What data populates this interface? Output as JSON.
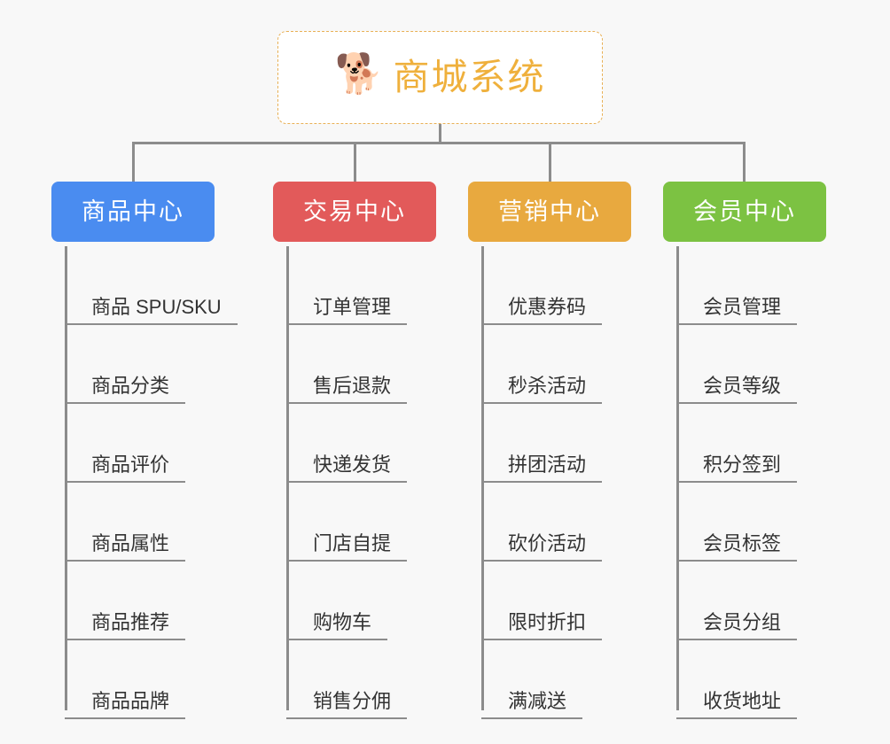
{
  "page": {
    "background_color": "#f8f8f8",
    "line_color": "#8c8c8c"
  },
  "root": {
    "icon": "shiba-dog-face-emoji",
    "emoji": "🐕",
    "title": "商城系统",
    "title_color": "#efb03c",
    "border_color": "#e8b055",
    "background_color": "#ffffff"
  },
  "categories": [
    {
      "label": "商品中心",
      "color": "#4a8cf0",
      "items": [
        "商品 SPU/SKU",
        "商品分类",
        "商品评价",
        "商品属性",
        "商品推荐",
        "商品品牌"
      ]
    },
    {
      "label": "交易中心",
      "color": "#e25a5a",
      "items": [
        "订单管理",
        "售后退款",
        "快递发货",
        "门店自提",
        "购物车",
        "销售分佣"
      ]
    },
    {
      "label": "营销中心",
      "color": "#e8a93f",
      "items": [
        "优惠券码",
        "秒杀活动",
        "拼团活动",
        "砍价活动",
        "限时折扣",
        "满减送"
      ]
    },
    {
      "label": "会员中心",
      "color": "#7cc242",
      "items": [
        "会员管理",
        "会员等级",
        "积分签到",
        "会员标签",
        "会员分组",
        "收货地址"
      ]
    }
  ]
}
